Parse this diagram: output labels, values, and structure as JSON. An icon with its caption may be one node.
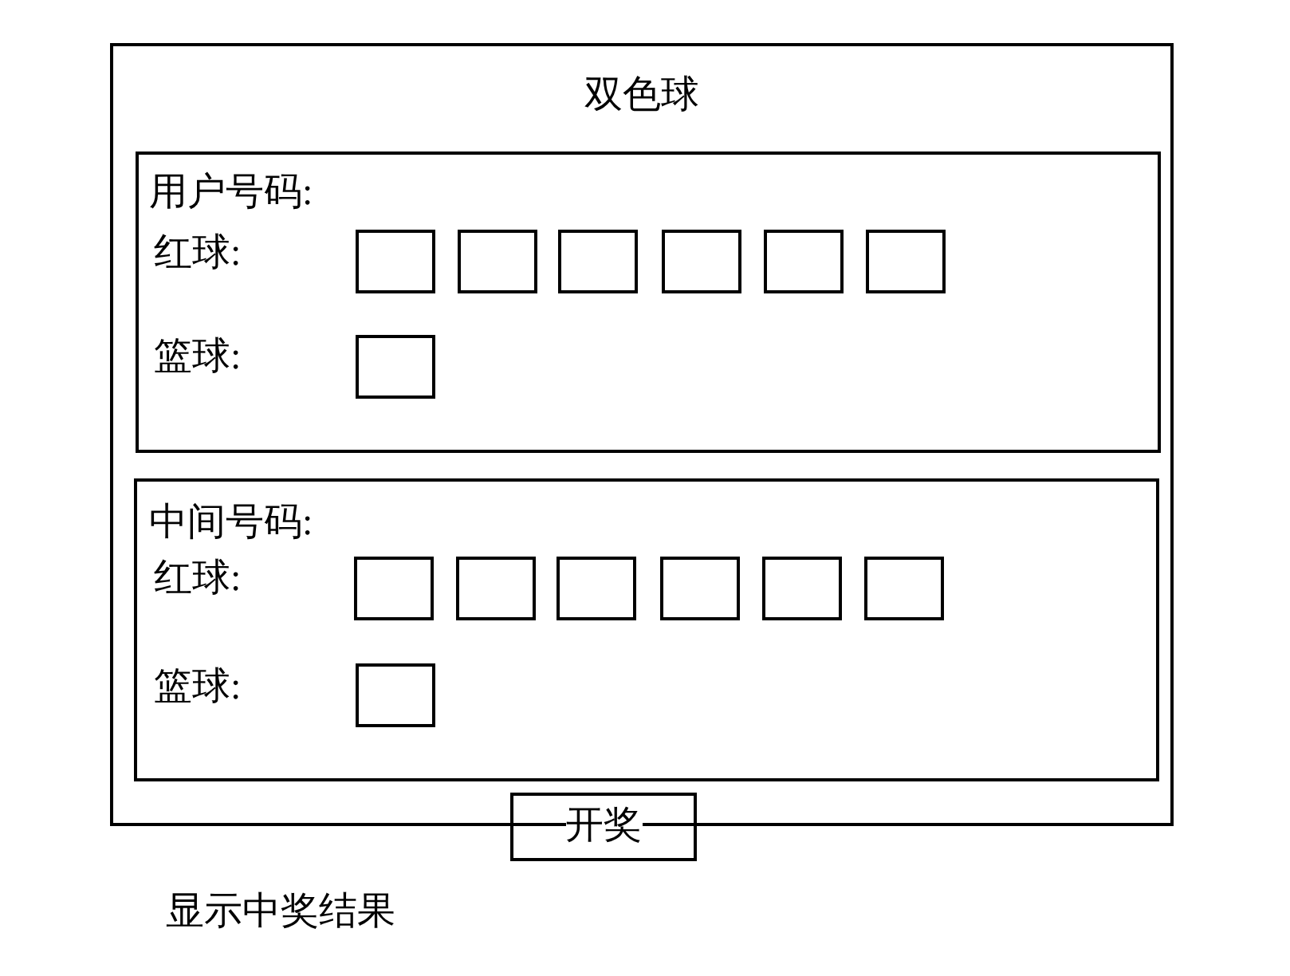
{
  "diagram": {
    "nodes": [
      {
        "text": [
          "双色球"
        ]
      },
      {
        "text": [
          "用户号码:",
          "红球:",
          "篮球:"
        ],
        "in": 0
      },
      {
        "text": [],
        "shape": "box",
        "in": 1
      },
      {
        "text": [],
        "shape": "box",
        "in": 1
      },
      {
        "text": [],
        "shape": "box",
        "in": 1
      },
      {
        "text": [],
        "shape": "box",
        "in": 1
      },
      {
        "text": [],
        "shape": "box",
        "in": 1
      },
      {
        "text": [],
        "shape": "box",
        "in": 1
      },
      {
        "text": [],
        "shape": "box",
        "in": 1
      },
      {
        "text": [
          "中间号码:",
          "红球:",
          "篮球:"
        ],
        "in": 0
      },
      {
        "text": [],
        "shape": "box",
        "in": 9
      },
      {
        "text": [],
        "shape": "box",
        "in": 9
      },
      {
        "text": [],
        "shape": "box",
        "in": 9
      },
      {
        "text": [],
        "shape": "box",
        "in": 9
      },
      {
        "text": [],
        "shape": "box",
        "in": 9
      },
      {
        "text": [],
        "shape": "box",
        "in": 9
      },
      {
        "text": [],
        "shape": "box",
        "in": 9
      },
      {
        "text": [
          "开奖"
        ]
      }
    ],
    "labels": [
      "显示中奖结果"
    ]
  }
}
